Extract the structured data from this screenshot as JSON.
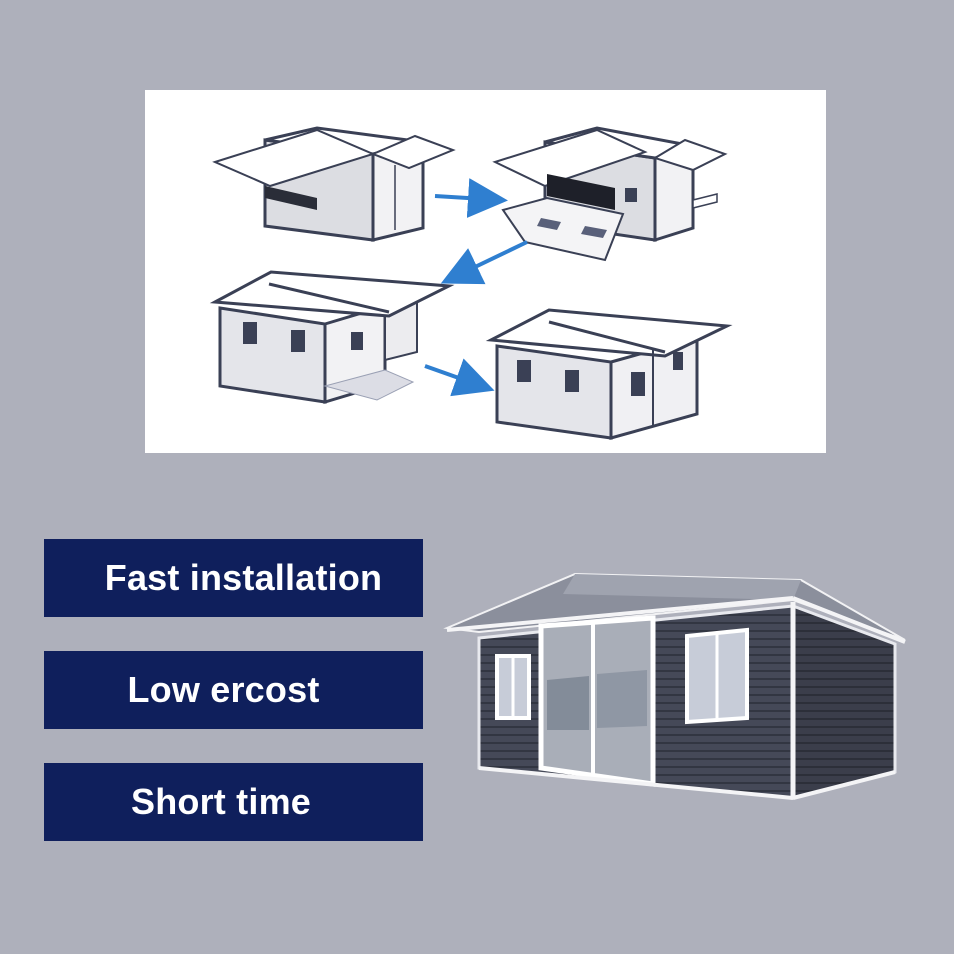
{
  "features": [
    {
      "label": "Fast installation"
    },
    {
      "label": "Low ercost"
    },
    {
      "label": "Short time"
    }
  ],
  "colors": {
    "background": "#aeb0bb",
    "label_background": "#0f1f5c",
    "label_text": "#ffffff",
    "arrow": "#2f7fd0",
    "house_siding": "#3c3f4c"
  },
  "diagram": {
    "steps": [
      "folded",
      "unfolding",
      "wings-out",
      "expanded"
    ],
    "arrows": 3
  }
}
